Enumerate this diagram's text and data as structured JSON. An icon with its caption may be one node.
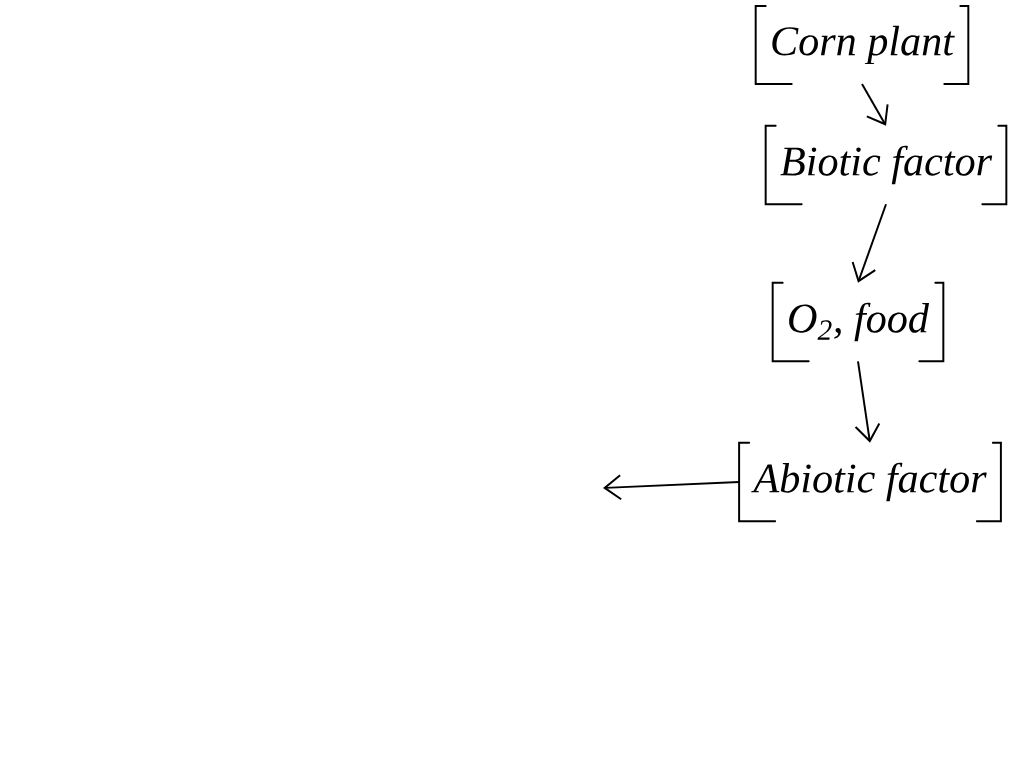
{
  "diagram": {
    "nodes": [
      {
        "text": [
          "Corn plant"
        ]
      },
      {
        "text": [
          "Biotic factor"
        ]
      },
      {
        "text": [
          "O$_{2}$, food"
        ]
      },
      {
        "text": [
          "Abiotic factor"
        ]
      }
    ],
    "edges": [
      {
        "from": 0,
        "to": 1,
        "arrow": "to"
      },
      {
        "from": 1,
        "to": 2,
        "arrow": "to"
      },
      {
        "from": 2,
        "to": 3,
        "arrow": "to"
      },
      {
        "from": 3,
        "to": null,
        "arrow": "to"
      }
    ]
  }
}
